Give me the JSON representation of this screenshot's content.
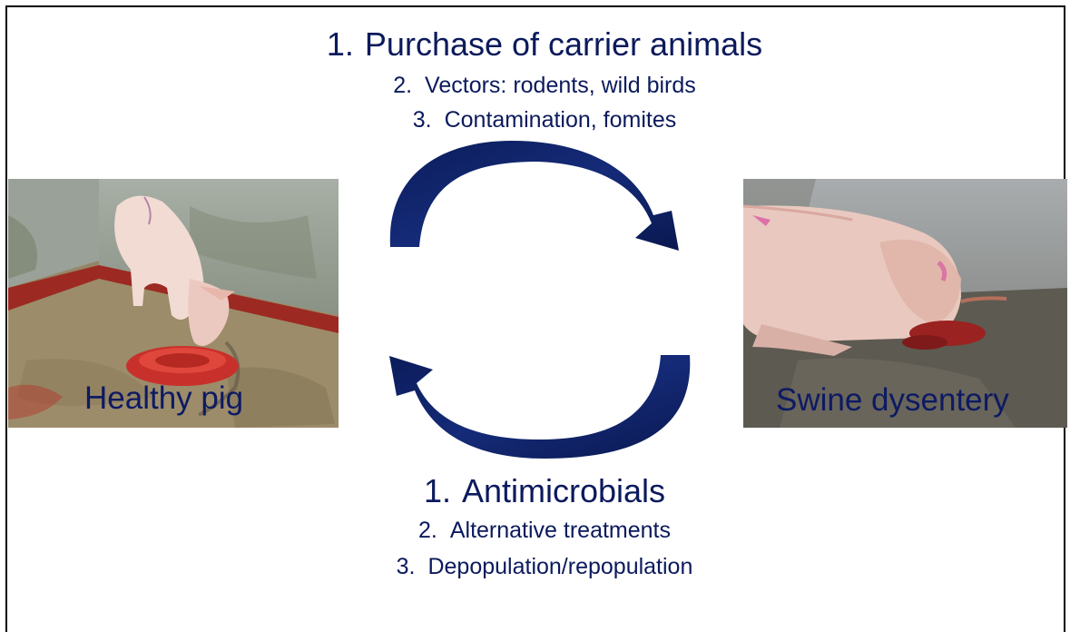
{
  "top_list": {
    "items": [
      {
        "number": "1.",
        "text": "Purchase of carrier animals"
      },
      {
        "number": "2.",
        "text": "Vectors: rodents, wild birds"
      },
      {
        "number": "3.",
        "text": "Contamination, fomites"
      }
    ]
  },
  "bottom_list": {
    "items": [
      {
        "number": "1.",
        "text": "Antimicrobials"
      },
      {
        "number": "2.",
        "text": "Alternative treatments"
      },
      {
        "number": "3.",
        "text": "Depopulation/repopulation"
      }
    ]
  },
  "left_photo": {
    "caption": "Healthy pig"
  },
  "right_photo": {
    "caption": "Swine dysentery"
  },
  "colors": {
    "text": "#0b1a5c",
    "arrow": "#0d1f5e",
    "background": "#ffffff"
  }
}
